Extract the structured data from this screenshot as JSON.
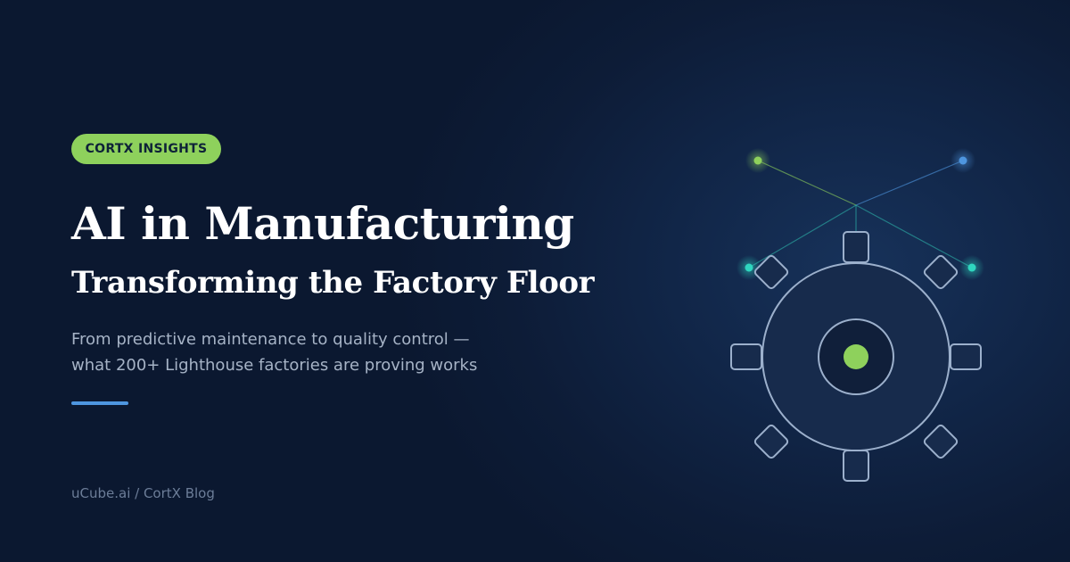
{
  "badge": {
    "label": "CORTX INSIGHTS"
  },
  "headline": {
    "title": "AI in Manufacturing",
    "subtitle": "Transforming the Factory Floor"
  },
  "description": {
    "line1": "From predictive maintenance to quality control —",
    "line2": "what 200+ Lighthouse factories are proving works"
  },
  "footer": {
    "text": "uCube.ai / CortX Blog"
  },
  "illustration": {
    "icon": "gear-network-icon"
  },
  "colors": {
    "accent_green": "#8ed15c",
    "accent_blue": "#4e96e0",
    "accent_teal": "#2fd6bf",
    "outline": "#9cb0cc",
    "badge_text": "#0e2238"
  }
}
